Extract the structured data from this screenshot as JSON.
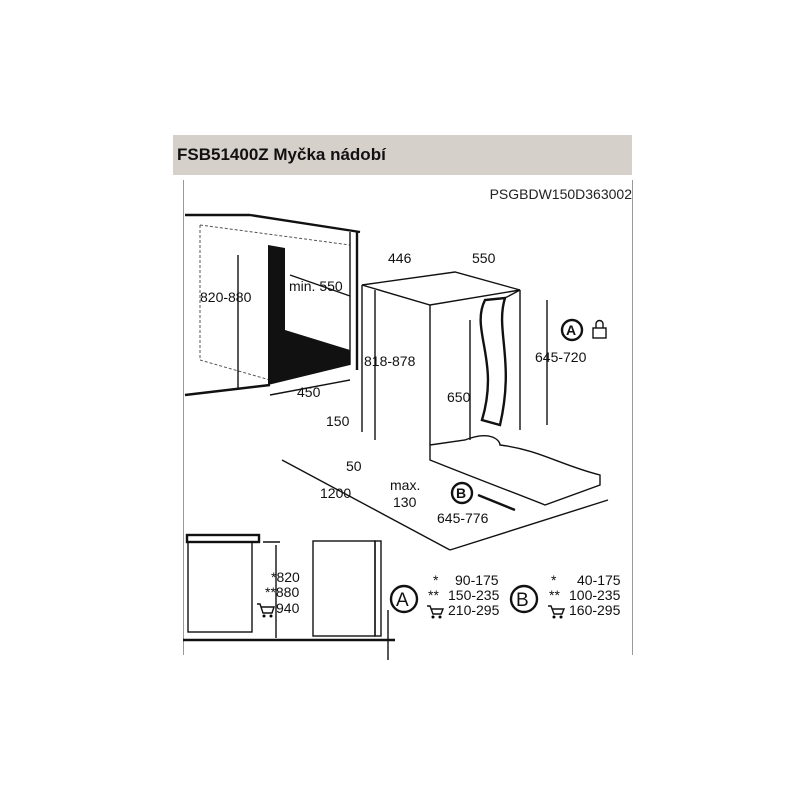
{
  "header": {
    "title": "FSB51400Z Myčka nádobí",
    "code": "PSGBDW150D363002"
  },
  "dimensions": {
    "niche_height": "820-880",
    "min_depth": "min. 550",
    "niche_width": "450",
    "plinth_height": "150",
    "plinth_depth": "50",
    "door_clearance": "1200",
    "max_label": "max.",
    "max_value": "130",
    "appliance_width": "446",
    "appliance_depth": "550",
    "appliance_height": "818-878",
    "door_height": "650",
    "panel_height": "645-720",
    "door_b_range": "645-776"
  },
  "legend_icons": {
    "a": "A",
    "b": "B",
    "lock": "lock-icon",
    "cart": "cart-icon"
  },
  "side_view": {
    "h1": "*820",
    "h2": "**880",
    "h3": "940"
  },
  "table_a": {
    "label": "A",
    "rows": [
      [
        "*",
        "90-175"
      ],
      [
        "**",
        "150-235"
      ],
      [
        "cart",
        "210-295"
      ]
    ]
  },
  "table_b": {
    "label": "B",
    "rows": [
      [
        "*",
        "40-175"
      ],
      [
        "**",
        "100-235"
      ],
      [
        "cart",
        "160-295"
      ]
    ]
  }
}
